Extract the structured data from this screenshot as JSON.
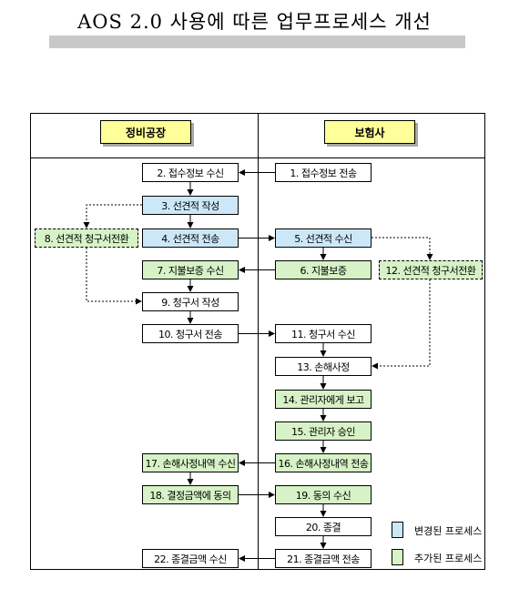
{
  "title": "AOS 2.0 사용에 따른 업무프로세스 개선",
  "lanes": {
    "left": "정비공장",
    "right": "보험사"
  },
  "steps": {
    "s1": "1. 접수정보 전송",
    "s2": "2. 접수정보 수신",
    "s3": "3. 선견적 작성",
    "s4": "4. 선견적 전송",
    "s5": "5. 선견적 수신",
    "s6": "6. 지불보증",
    "s7": "7. 지불보증 수신",
    "s8": "8. 선견적 청구서전환",
    "s9": "9. 청구서 작성",
    "s10": "10. 청구서 전송",
    "s11": "11. 청구서 수신",
    "s12": "12. 선견적 청구서전환",
    "s13": "13. 손해사정",
    "s14": "14. 관리자에게 보고",
    "s15": "15. 관리자 승인",
    "s16": "16. 손해사정내역 전송",
    "s17": "17. 손해사정내역 수신",
    "s18": "18. 결정금액에 동의",
    "s19": "19. 동의 수신",
    "s20": "20. 종결",
    "s21": "21. 종결금액 전송",
    "s22": "22. 종결금액 수신"
  },
  "legend": {
    "changed": "변경된 프로세스",
    "added": "추가된 프로세스"
  },
  "colors": {
    "changed": "#cce8f8",
    "added": "#d6f2c6",
    "lane_header": "#ffff99"
  }
}
